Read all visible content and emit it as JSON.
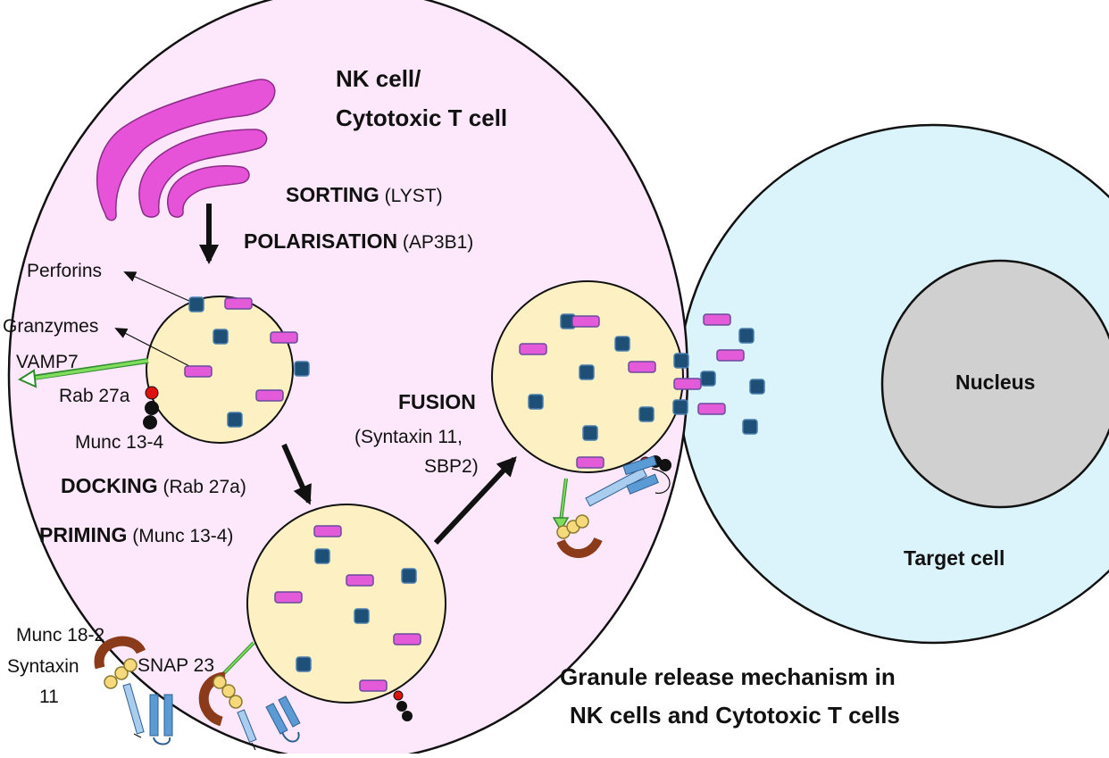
{
  "cell": {
    "title_line1": "NK cell/",
    "title_line2": "Cytotoxic T cell"
  },
  "target": {
    "nucleus_label": "Nucleus",
    "cell_label": "Target cell"
  },
  "steps": {
    "sorting": {
      "bold": "SORTING",
      "detail": " (LYST)"
    },
    "polarisation": {
      "bold": "POLARISATION",
      "detail": " (AP3B1)"
    },
    "docking": {
      "bold": "DOCKING",
      "detail": " (Rab 27a)"
    },
    "priming": {
      "bold": "PRIMING",
      "detail": " (Munc 13-4)"
    },
    "fusion": {
      "bold": "FUSION",
      "detail_line1": "(Syntaxin 11,",
      "detail_line2": "SBP2)"
    }
  },
  "labels": {
    "perforins": "Perforins",
    "granzymes": "Granzymes",
    "vamp7": "VAMP7",
    "rab27a": "Rab 27a",
    "munc13_4": "Munc 13-4",
    "munc18_2": "Munc 18-2",
    "syntaxin": "Syntaxin",
    "syntaxin_num": "11",
    "snap23": "SNAP 23"
  },
  "caption": {
    "line1": "Granule release mechanism in",
    "line2": "NK cells and Cytotoxic T cells"
  },
  "colors": {
    "nk_cell_fill": "#fde8fb",
    "target_cell_fill": "#dbf4fb",
    "nucleus_fill": "#d0d0d0",
    "granule_fill": "#fdf0c2",
    "perforin": "#1e4f77",
    "granzyme": "#e35bd8",
    "golgi": "#e653d9",
    "vamp7_arrow": "#7fdc5c",
    "rab27a_red": "#e01010",
    "munc13_black": "#111111",
    "munc18_brown": "#8b3a1a",
    "snap_yellow": "#f5d97a",
    "syntaxin_blue": "#5b9bd5"
  }
}
